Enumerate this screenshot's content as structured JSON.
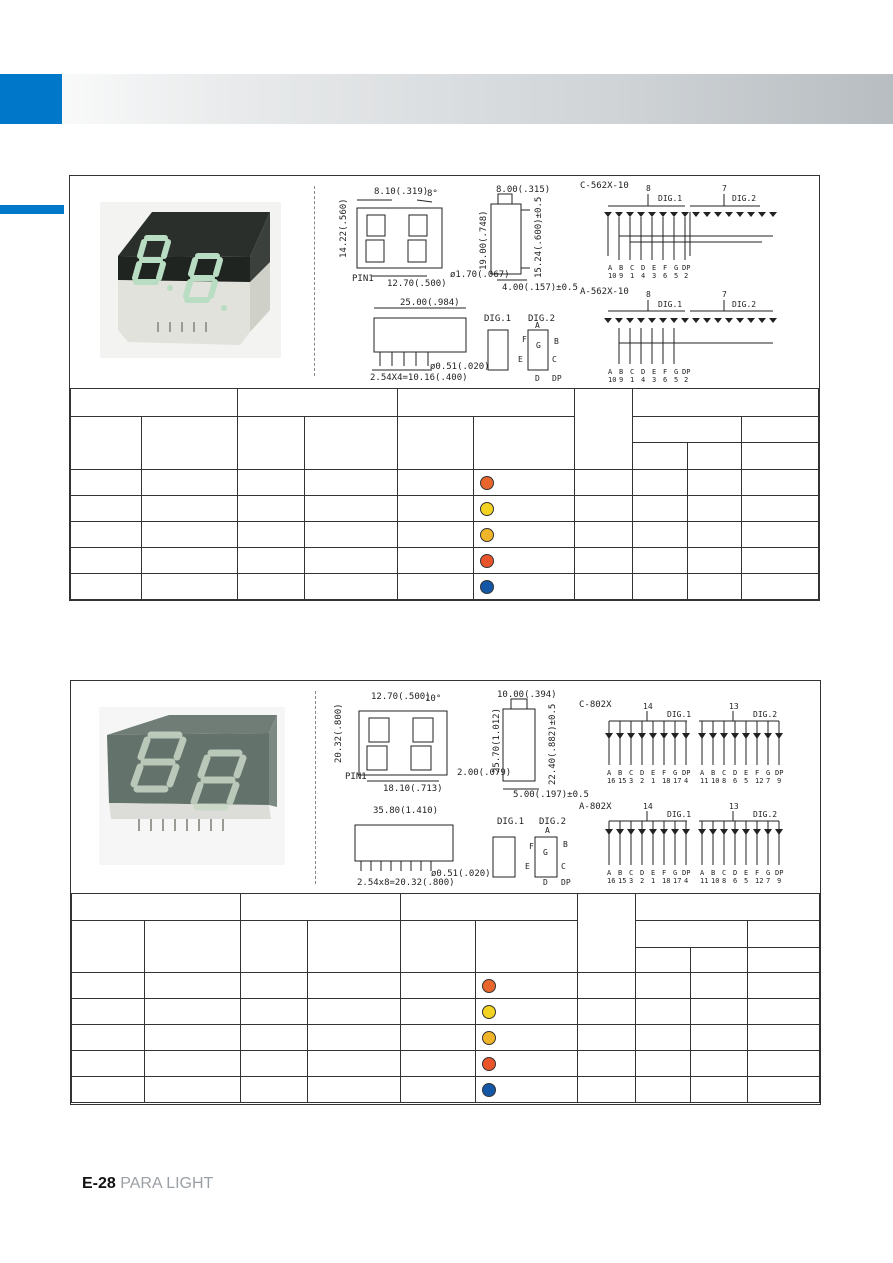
{
  "page": {
    "number_prefix": "E-",
    "number": "28",
    "brand": "PARA LIGHT",
    "accent_color": "#0077c8"
  },
  "products": [
    {
      "dims": {
        "d1": "8.10(.319)",
        "d2": "8°",
        "d3": "14.22(.560)",
        "d4": "12.70(.500)",
        "d5": "ø1.70(.067)",
        "d6": "PIN1",
        "d7": "8.00(.315)",
        "d8": "19.00(.748)",
        "d9": "15.24(.600)±0.5",
        "d10": "4.00(.157)±0.5",
        "d11": "25.00(.984)",
        "d12": "ø0.51(.020)",
        "d13": "2.54X4=10.16(.400)"
      },
      "schem_top": {
        "title": "C-562X-10",
        "pin_a": "8",
        "pin_b": "7",
        "dig1": "DIG.1",
        "dig2": "DIG.2"
      },
      "schem_bottom": {
        "title": "A-562X-10",
        "pin_a": "8",
        "pin_b": "7",
        "dig1": "DIG.1",
        "dig2": "DIG.2"
      },
      "seg_labels": [
        "A",
        "B",
        "C",
        "D",
        "E",
        "F",
        "G",
        "DP"
      ],
      "pins_top": [
        "10",
        "9",
        "1",
        "4",
        "3",
        "6",
        "5",
        "2"
      ],
      "pins_bottom": [
        "10",
        "9",
        "1",
        "4",
        "3",
        "6",
        "5",
        "2"
      ],
      "digit_labels": {
        "d1": "DIG.1",
        "d2": "DIG.2",
        "a": "A",
        "b": "B",
        "c": "C",
        "d": "D",
        "e": "E",
        "f": "F",
        "g": "G",
        "dp": "DP"
      },
      "rows": [
        "#e8662b",
        "#f3d321",
        "#f0b428",
        "#e9542b",
        "#1357a6"
      ]
    },
    {
      "dims": {
        "d1": "12.70(.500)",
        "d2": "10°",
        "d3": "20.32(.800)",
        "d4": "18.10(.713)",
        "d5": "2.00(.079)",
        "d6": "PIN1",
        "d7": "10.00(.394)",
        "d8": "25.70(1.012)",
        "d9": "22.40(.882)±0.5",
        "d10": "5.00(.197)±0.5",
        "d11": "35.80(1.410)",
        "d12": "ø0.51(.020)",
        "d13": "2.54x8=20.32(.800)"
      },
      "schem_top": {
        "title": "C-802X",
        "pin_a": "14",
        "pin_b": "13",
        "dig1": "DIG.1",
        "dig2": "DIG.2"
      },
      "schem_bottom": {
        "title": "A-802X",
        "pin_a": "14",
        "pin_b": "13",
        "dig1": "DIG.1",
        "dig2": "DIG.2"
      },
      "seg_labels": [
        "A",
        "B",
        "C",
        "D",
        "E",
        "F",
        "G",
        "DP"
      ],
      "pins_top": [
        "16",
        "15",
        "3",
        "2",
        "1",
        "18",
        "17",
        "4"
      ],
      "pins_bottom": [
        "11",
        "10",
        "8",
        "6",
        "5",
        "12",
        "7",
        "9"
      ],
      "digit_labels": {
        "d1": "DIG.1",
        "d2": "DIG.2",
        "a": "A",
        "b": "B",
        "c": "C",
        "d": "D",
        "e": "E",
        "f": "F",
        "g": "G",
        "dp": "DP"
      },
      "rows": [
        "#e8662b",
        "#f3d321",
        "#f0b428",
        "#e9542b",
        "#1357a6"
      ]
    }
  ]
}
